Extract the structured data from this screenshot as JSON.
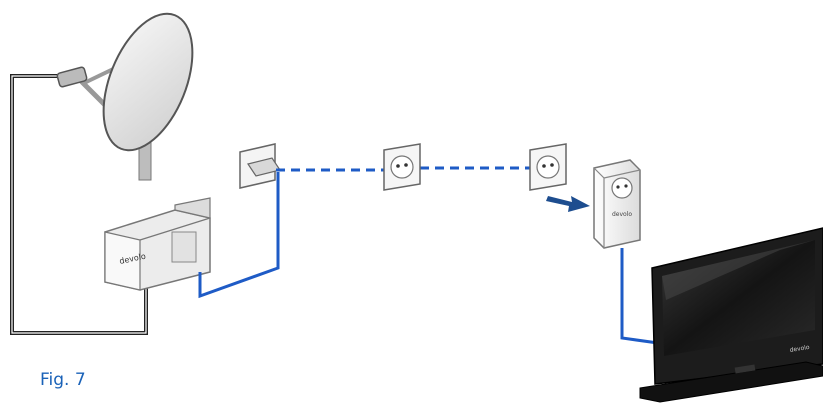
{
  "figure": {
    "caption": "Fig. 7",
    "caption_color": "#1a62b8"
  },
  "colors": {
    "coax_cable": "#222222",
    "lan_cable": "#1e5bc6",
    "powerline_link": "#1e5bc6",
    "arrow": "#1d4d8f"
  },
  "devices": {
    "brand_logo": "devolo",
    "items": [
      {
        "id": "satellite-dish",
        "icon": "satellite-dish-icon"
      },
      {
        "id": "sat-adapter",
        "icon": "devolo-adapter-icon"
      },
      {
        "id": "wall-antenna-socket",
        "icon": "antenna-socket-icon"
      },
      {
        "id": "wall-power-socket-1",
        "icon": "power-socket-icon"
      },
      {
        "id": "wall-power-socket-2",
        "icon": "power-socket-icon"
      },
      {
        "id": "powerline-adapter",
        "icon": "powerline-adapter-icon"
      },
      {
        "id": "television",
        "icon": "tv-icon"
      }
    ]
  }
}
